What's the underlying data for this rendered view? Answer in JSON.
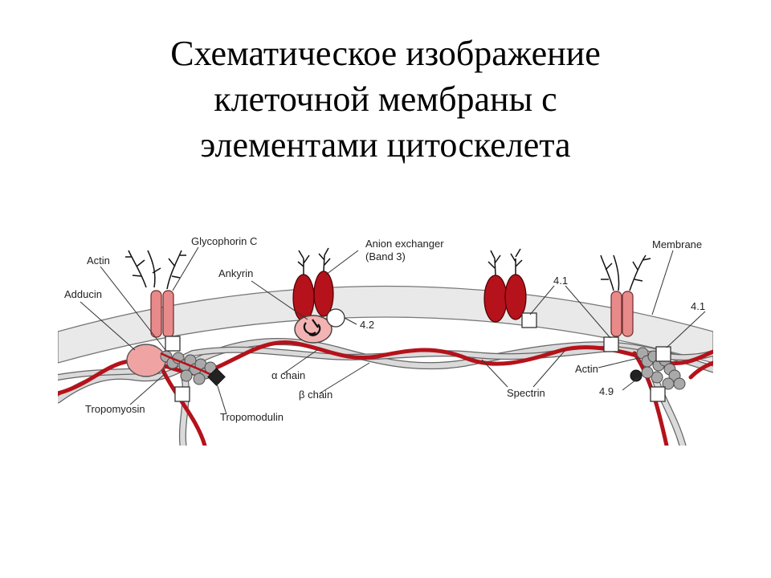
{
  "title": {
    "lines": [
      "Схематическое изображение",
      "клеточной мембраны с",
      "элементами цитоскелета"
    ]
  },
  "labels": {
    "actin_top": "Actin",
    "glycophorin_c": "Glycophorin C",
    "adducin": "Adducin",
    "ankyrin": "Ankyrin",
    "anion_exchanger_1": "Anion exchanger",
    "anion_exchanger_2": "(Band 3)",
    "band_42": "4.2",
    "band_41_mid": "4.1",
    "membrane": "Membrane",
    "band_41_right": "4.1",
    "alpha_chain": "α chain",
    "beta_chain": "β chain",
    "spectrin": "Spectrin",
    "actin_right": "Actin",
    "band_49": "4.9",
    "tropomyosin": "Tropomyosin",
    "tropomodulin": "Tropomodulin"
  },
  "colors": {
    "protein_red": "#b5121b",
    "protein_pink": "#e88a8a",
    "membrane_fill": "#e9e9e9",
    "spectrin_grey": "#d8d8d8",
    "actin_bead": "#a9a9a9"
  }
}
